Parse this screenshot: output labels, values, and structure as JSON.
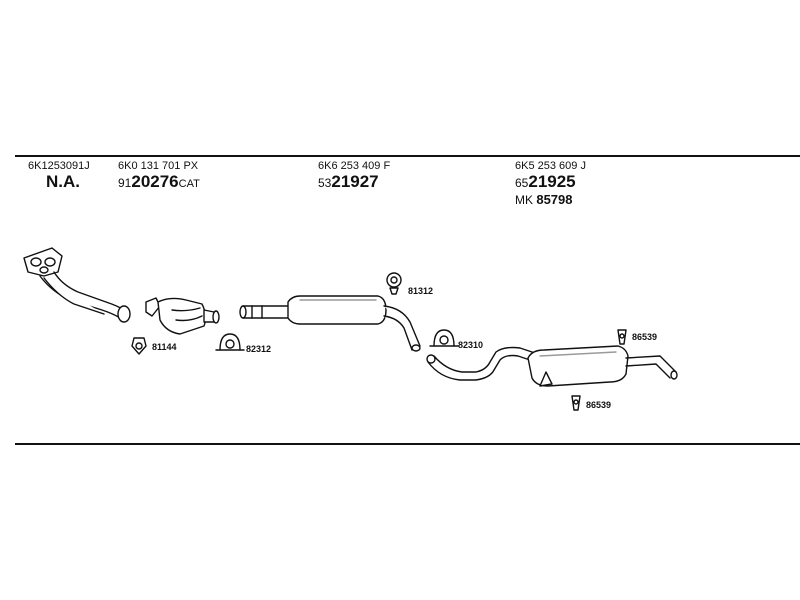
{
  "columns": [
    {
      "oe_number": "6K1253091J",
      "main_prefix": "",
      "main_number": "N.A.",
      "main_suffix": ""
    },
    {
      "oe_number": "6K0 131 701 PX",
      "main_prefix": "91",
      "main_number": "20276",
      "main_suffix": "CAT"
    },
    {
      "oe_number": "6K6 253 409 F",
      "main_prefix": "53",
      "main_number": "21927",
      "main_suffix": ""
    },
    {
      "oe_number": "6K5 253 609 J",
      "main_prefix": "65",
      "main_number": "21925",
      "main_suffix": "",
      "mk_prefix": "MK",
      "mk_number": "85798"
    }
  ],
  "callouts": {
    "c81312": "81312",
    "c81144": "81144",
    "c82312": "82312",
    "c82310": "82310",
    "c86539a": "86539",
    "c86539b": "86539"
  },
  "colors": {
    "line": "#111111",
    "part_fill": "#ffffff",
    "part_shade": "#9a9a9a"
  }
}
